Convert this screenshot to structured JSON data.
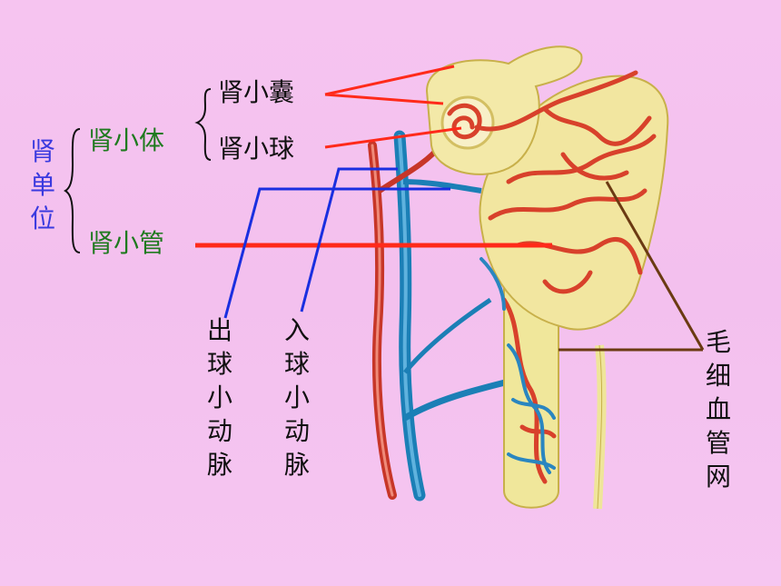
{
  "labels": {
    "nephron": [
      "肾",
      "单",
      "位"
    ],
    "renal_corpuscle": "肾小体",
    "renal_tubule": "肾小管",
    "bowman_capsule": "肾小囊",
    "glomerulus": "肾小球",
    "efferent_arteriole": [
      "出",
      "球",
      "小",
      "动",
      "脉"
    ],
    "afferent_arteriole": [
      "入",
      "球",
      "小",
      "动",
      "脉"
    ],
    "capillary_network": [
      "毛",
      "细",
      "血",
      "管",
      "网"
    ]
  },
  "colors": {
    "nephron_text": "#3a3adf",
    "green_text": "#1f7a1f",
    "black_text": "#111111",
    "red_line": "#ff2a1a",
    "blue_line": "#1a2fe0",
    "brown_line": "#6b3a12"
  }
}
